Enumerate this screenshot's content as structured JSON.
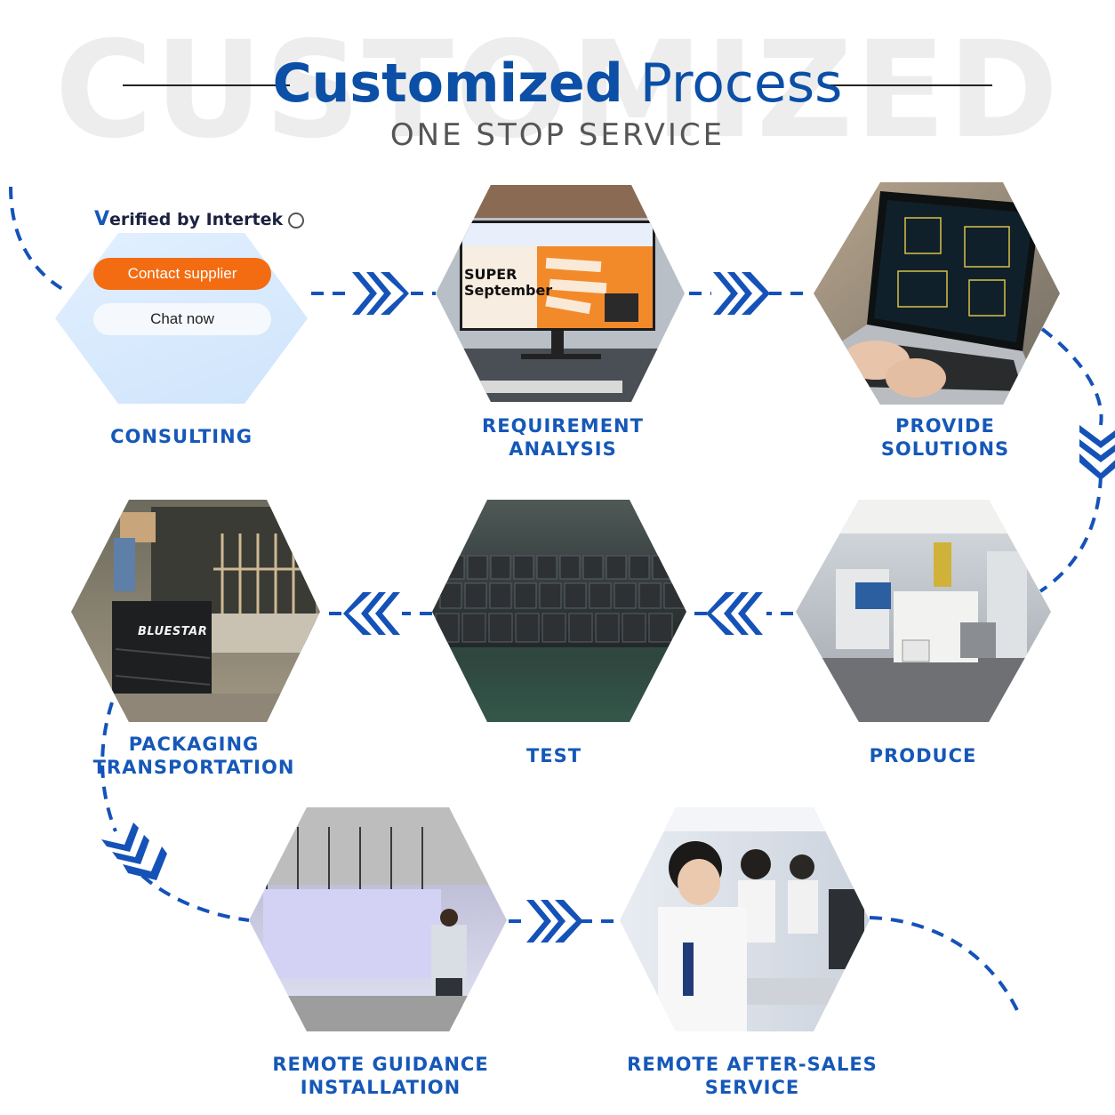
{
  "header": {
    "watermark": "CUSTOMIZED",
    "title_bold": "Customized",
    "title_light": "Process",
    "subtitle": "ONE STOP SERVICE"
  },
  "consulting_card": {
    "verified_prefix": "V",
    "verified_text": "erified by Intertek",
    "contact_button": "Contact supplier",
    "chat_button": "Chat now"
  },
  "screen_promo": {
    "line1": "SUPER",
    "line2": "September"
  },
  "crate_brand": "BLUESTAR",
  "steps": [
    {
      "lines": [
        "CONSULTING"
      ]
    },
    {
      "lines": [
        "REQUIREMENT",
        "ANALYSIS"
      ]
    },
    {
      "lines": [
        "PROVIDE",
        "SOLUTIONS"
      ]
    },
    {
      "lines": [
        "PRODUCE"
      ]
    },
    {
      "lines": [
        "TEST"
      ]
    },
    {
      "lines": [
        "PACKAGING",
        "TRANSPORTATION"
      ]
    },
    {
      "lines": [
        "REMOTE GUIDANCE",
        "INSTALLATION"
      ]
    },
    {
      "lines": [
        "REMOTE AFTER-SALES",
        "SERVICE"
      ]
    }
  ],
  "colors": {
    "accent": "#0b4fa6",
    "arrow": "#1552b8",
    "label": "#1658b8",
    "button_orange": "#f36c12"
  }
}
